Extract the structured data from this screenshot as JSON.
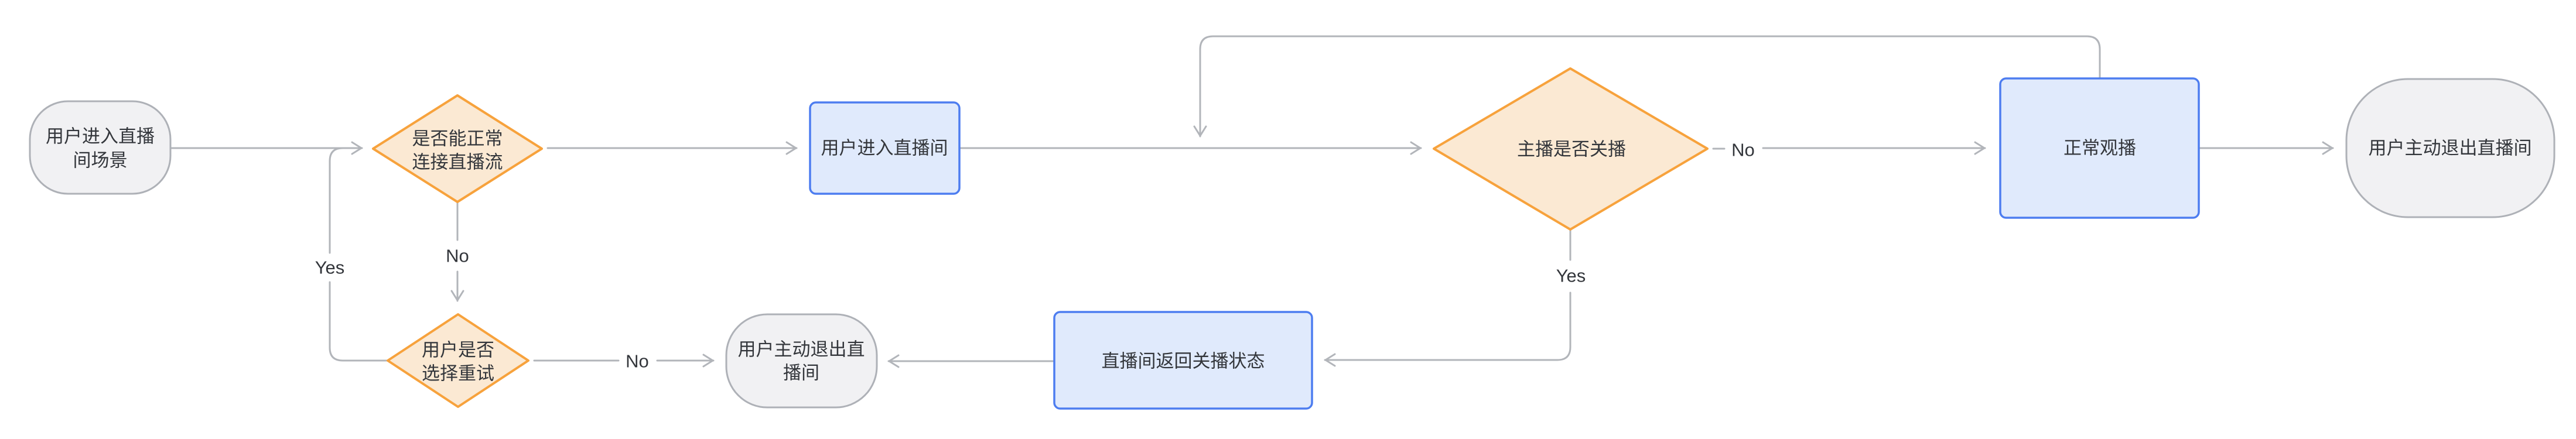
{
  "diagram": {
    "nodes": {
      "start": {
        "type": "terminal",
        "line1": "用户进入直播",
        "line2": "间场景"
      },
      "can_connect": {
        "type": "decision",
        "line1": "是否能正常",
        "line2": "连接直播流"
      },
      "enter_room": {
        "type": "process",
        "label": "用户进入直播间"
      },
      "host_closed": {
        "type": "decision",
        "label": "主播是否关播"
      },
      "normal_watch": {
        "type": "process",
        "label": "正常观播"
      },
      "exit_room_right": {
        "type": "terminal",
        "label": "用户主动退出直播间"
      },
      "retry_choice": {
        "type": "decision",
        "line1": "用户是否",
        "line2": "选择重试"
      },
      "exit_room_bottom": {
        "type": "terminal",
        "line1": "用户主动退出直",
        "line2": "播间"
      },
      "closed_state": {
        "type": "process",
        "label": "直播间返回关播状态"
      }
    },
    "edge_labels": {
      "can_connect_no": "No",
      "retry_yes": "Yes",
      "retry_no": "No",
      "host_closed_no": "No",
      "host_closed_yes": "Yes"
    },
    "colors": {
      "decision_border": "#f7a23c",
      "decision_fill": "#fbe9d3",
      "process_border": "#4d7df0",
      "process_fill": "#e0eafc",
      "terminal_border": "#aeb1b7",
      "terminal_fill": "#f1f1f3",
      "connector": "#b2b5ba",
      "text": "#33363b",
      "background": "#ffffff"
    }
  }
}
